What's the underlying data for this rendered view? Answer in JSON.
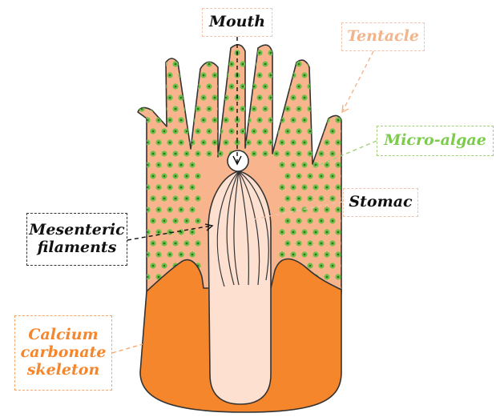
{
  "labels": {
    "mouth": "Mouth",
    "tentacle": "Tentacle",
    "micro_algae": "Micro-algae",
    "stomac": "Stomac",
    "mesenteric": [
      "Mesenteric",
      "filaments"
    ],
    "calcium": [
      "Calcium",
      "carbonate",
      "skeleton"
    ]
  },
  "colors": {
    "tissue": "#f8b58d",
    "skeleton": "#f5862c",
    "stomach": "#fde0d0",
    "algae_fill": "#6cc04a",
    "algae_center": "#2f6f1e",
    "outline": "#333333",
    "tentacle_label": "#f2b48b",
    "micro_algae_label": "#7ccc4c",
    "calcium_label": "#f5862c"
  },
  "icons": {
    "algae_dot": "algae-cell-icon",
    "mouth": "mouth-circle-icon"
  }
}
